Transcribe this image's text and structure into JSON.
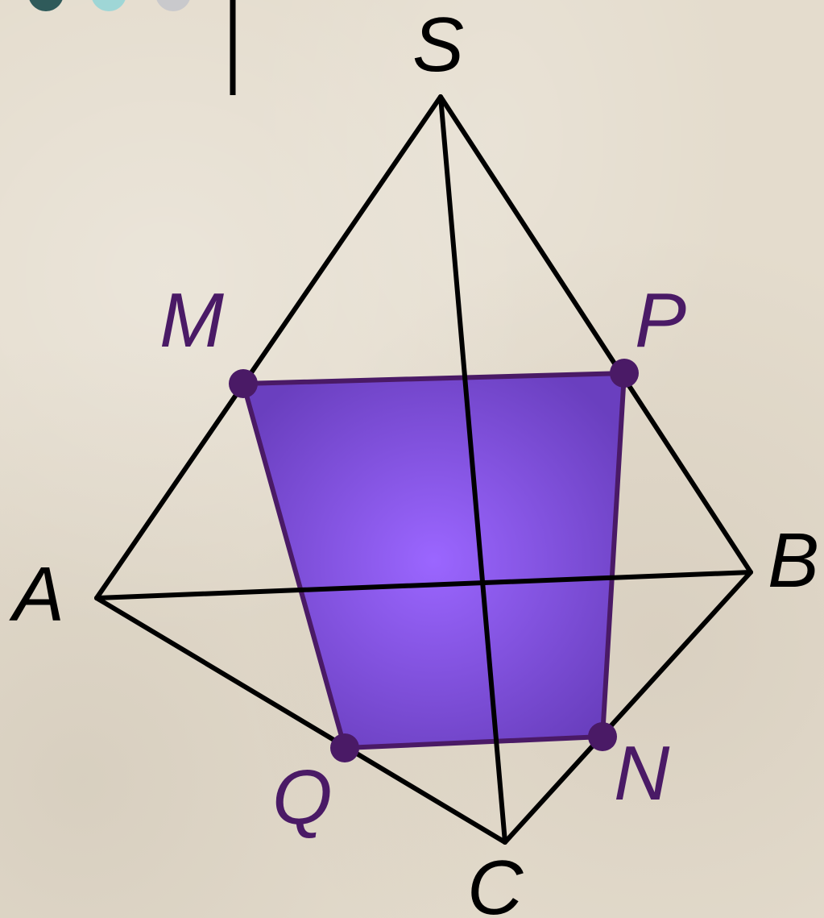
{
  "diagram": {
    "vertex_labels": {
      "S": "S",
      "A": "A",
      "B": "B",
      "C": "C"
    },
    "section_labels": {
      "M": "M",
      "P": "P",
      "N": "N",
      "Q": "Q"
    }
  },
  "colors": {
    "edge": "#000000",
    "section_fill": "#8a5ae6",
    "section_stroke": "#4a1a66",
    "point": "#4a1a66",
    "section_label": "#4a1a66",
    "vertex_label": "#000000",
    "background": "#e4dccd"
  },
  "decor": {
    "top_left_dots": [
      "#2f5a5a",
      "#9fd6d6",
      "#c9c9cc"
    ]
  }
}
